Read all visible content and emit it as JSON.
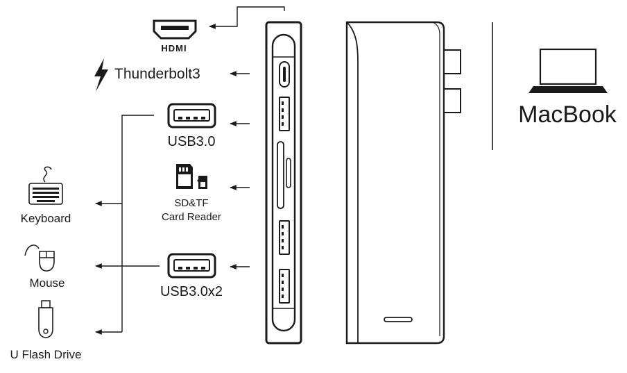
{
  "ports": {
    "hdmi": {
      "label": "HDMI",
      "icon": "hdmi-port-icon"
    },
    "thunderbolt": {
      "label": "Thunderbolt3",
      "icon": "lightning-bolt-icon"
    },
    "usb_top": {
      "label": "USB3.0",
      "icon": "usb-port-icon"
    },
    "card_reader": {
      "label_line1": "SD&TF",
      "label_line2": "Card Reader",
      "icon": "sd-tf-card-icon"
    },
    "usb_double": {
      "label": "USB3.0x2",
      "icon": "usb-port-icon"
    }
  },
  "devices": {
    "keyboard": {
      "label": "Keyboard",
      "icon": "keyboard-icon"
    },
    "mouse": {
      "label": "Mouse",
      "icon": "mouse-icon"
    },
    "flash_drive": {
      "label": "U Flash Drive",
      "icon": "flash-drive-icon"
    }
  },
  "macbook": {
    "label": "MacBook",
    "icon": "laptop-icon"
  },
  "colors": {
    "ink": "#1a1a1a",
    "background": "#ffffff"
  }
}
